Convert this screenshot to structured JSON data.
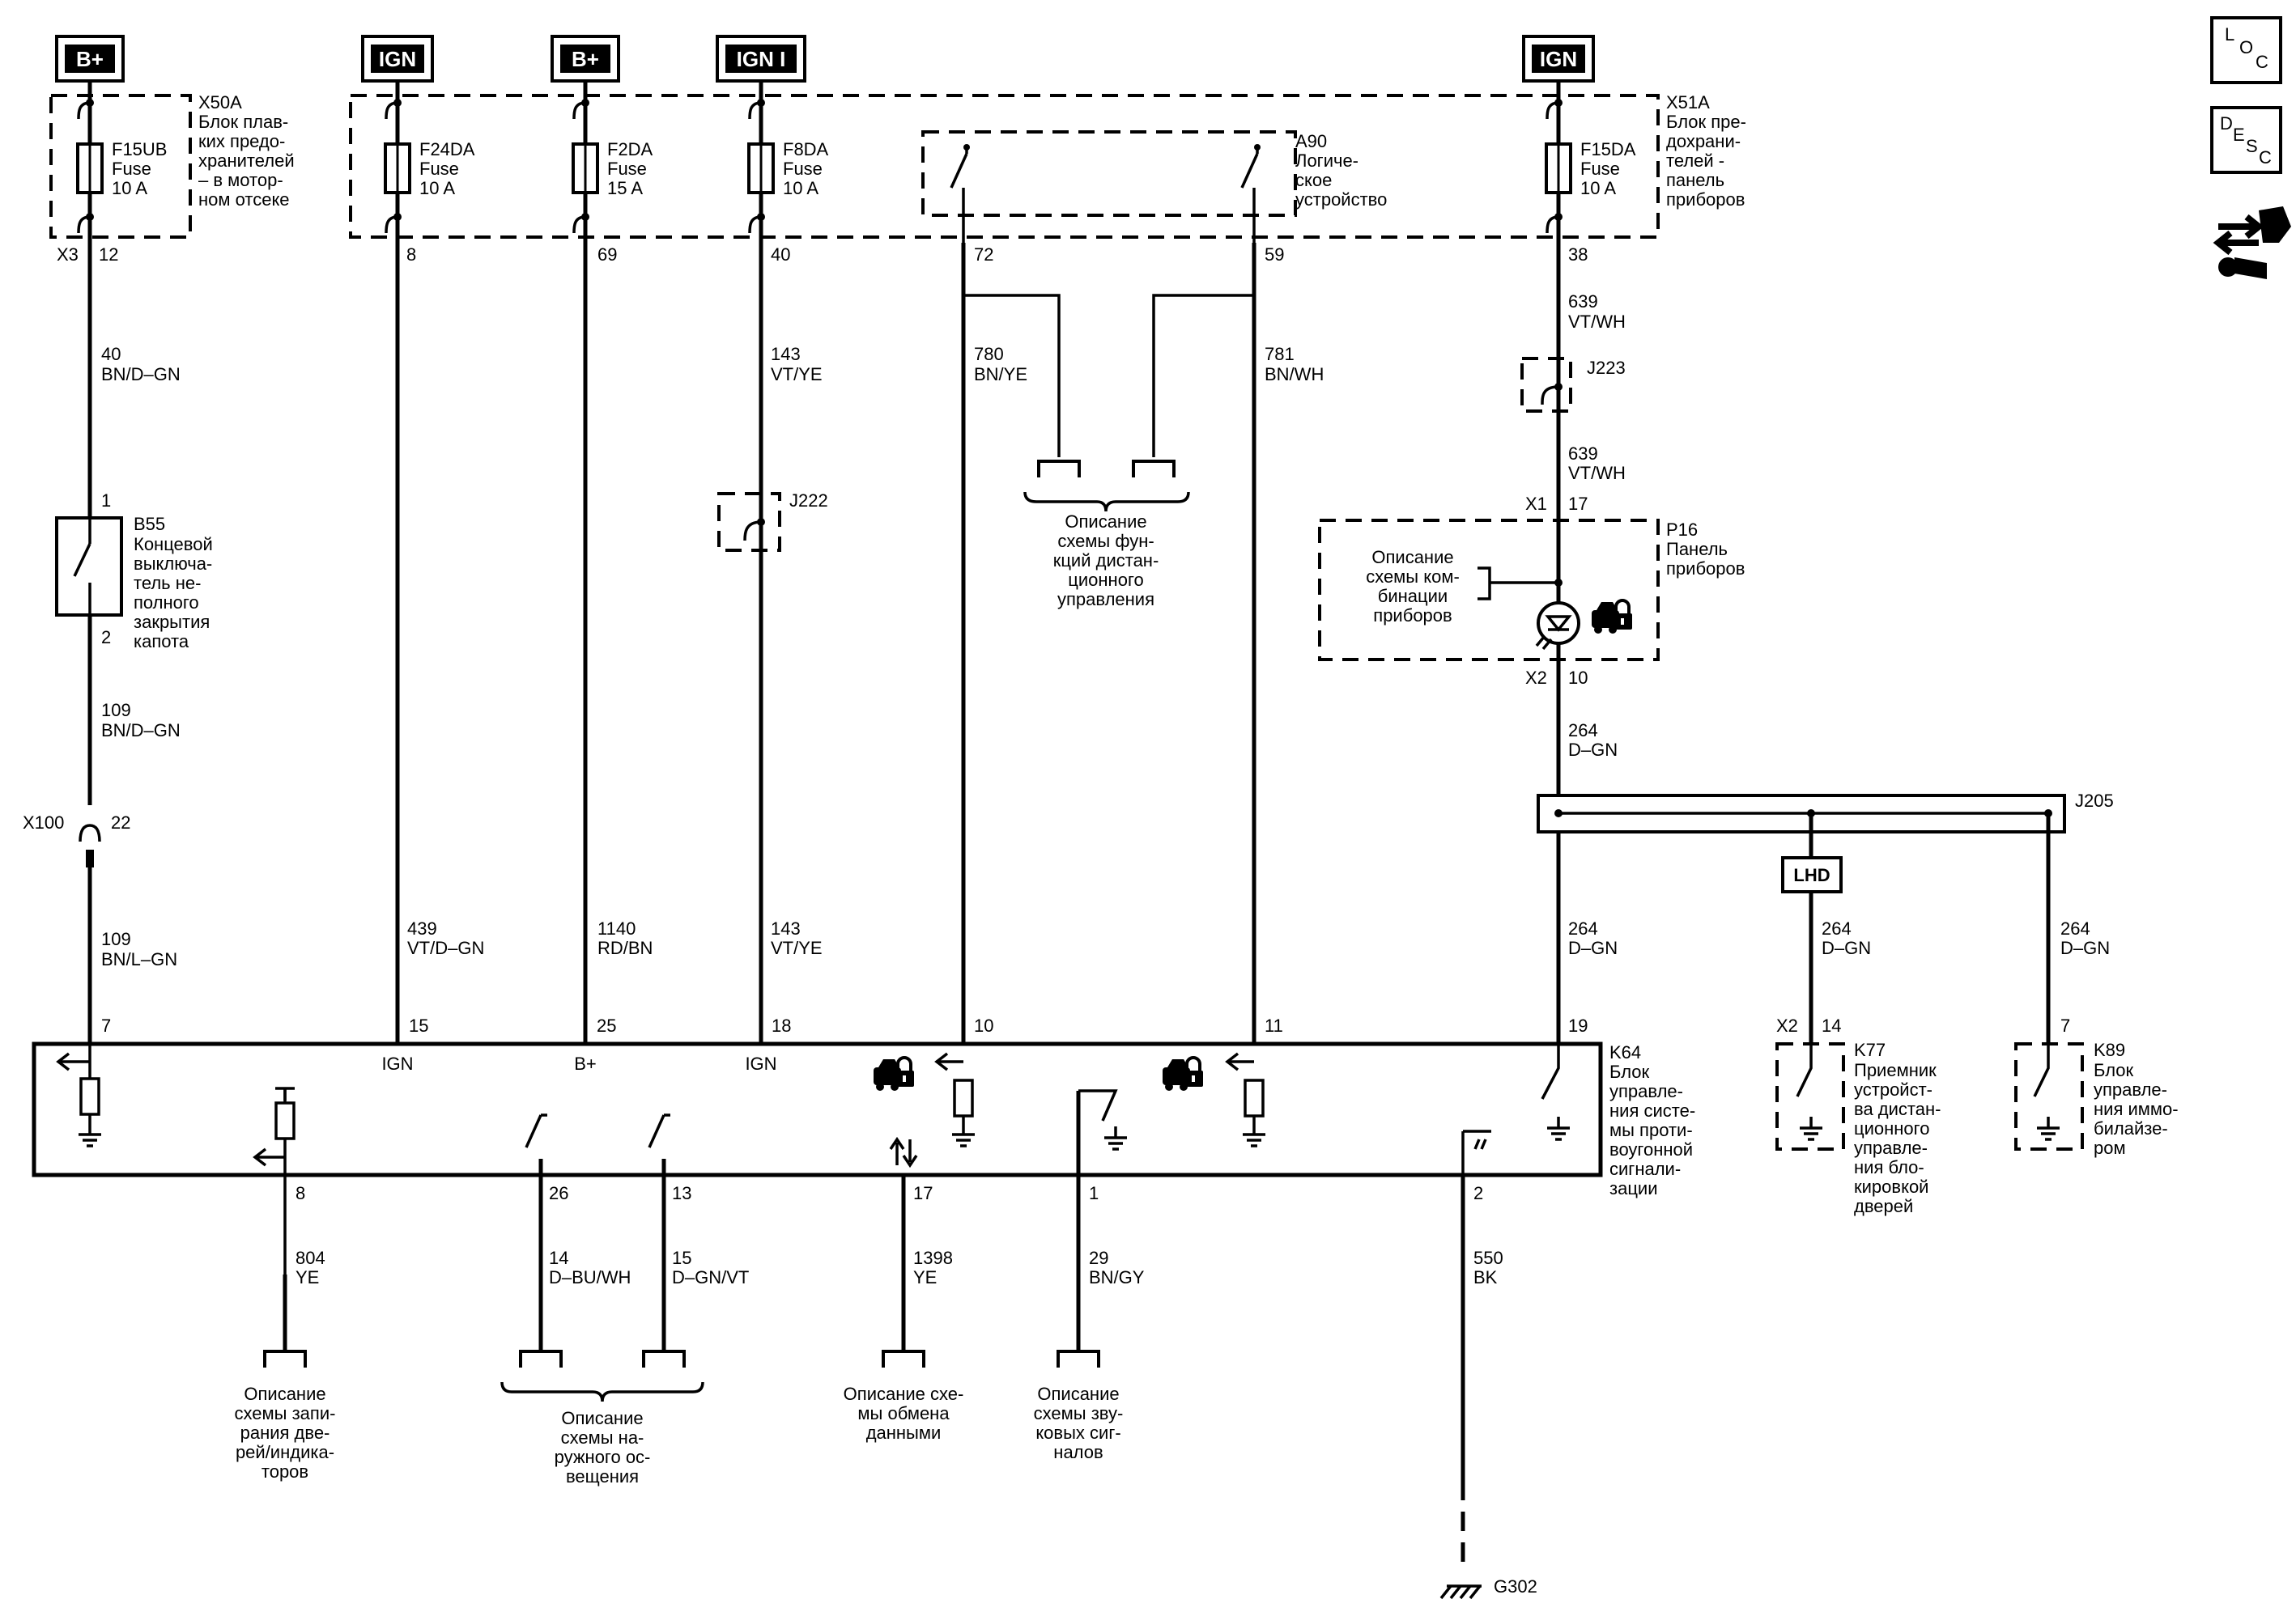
{
  "power_labels": {
    "bplus1": "B+",
    "ign1": "IGN",
    "bplus2": "B+",
    "ign_i": "IGN I",
    "ign2": "IGN"
  },
  "nav_icons": {
    "loc": [
      "L",
      "O",
      "C"
    ],
    "desc": [
      "D",
      "E",
      "S",
      "C"
    ],
    "repair": "wrench-icon"
  },
  "fuse_blocks": {
    "x50a": {
      "name": "X50A",
      "desc": [
        "Блок плав-",
        "ких предо-",
        "хранителей",
        "– в мотор-",
        "ном отсеке"
      ]
    },
    "x51a": {
      "name": "X51A",
      "desc": [
        "Блок пре-",
        "дохрани-",
        "телей -",
        "панель",
        "приборов"
      ]
    }
  },
  "fuses": {
    "f15ub": [
      "F15UB",
      "Fuse",
      "10 A"
    ],
    "f24da": [
      "F24DA",
      "Fuse",
      "10 A"
    ],
    "f2da": [
      "F2DA",
      "Fuse",
      "15 A"
    ],
    "f8da": [
      "F8DA",
      "Fuse",
      "10 A"
    ],
    "f15da": [
      "F15DA",
      "Fuse",
      "10 A"
    ]
  },
  "a90": {
    "name": "A90",
    "desc": [
      "Логиче-",
      "ское",
      "устройство"
    ]
  },
  "pins": {
    "x3": "X3",
    "p12": "12",
    "p8a": "8",
    "p69": "69",
    "p40": "40",
    "p72": "72",
    "p59": "59",
    "p38": "38",
    "b55_1": "1",
    "b55_2": "2",
    "x100": "X100",
    "p22": "22",
    "x1": "X1",
    "p17a": "17",
    "x2a": "X2",
    "p10a": "10",
    "k7": "7",
    "k15": "15",
    "k25": "25",
    "k18": "18",
    "k10": "10",
    "k11": "11",
    "k19": "19",
    "x2b": "X2",
    "k77_14": "14",
    "k89_7": "7",
    "b8": "8",
    "b26": "26",
    "b13": "13",
    "b17": "17",
    "b1": "1",
    "b2": "2"
  },
  "wires": {
    "w40": [
      "40",
      "BN/D–GN"
    ],
    "w109a": [
      "109",
      "BN/D–GN"
    ],
    "w109b": [
      "109",
      "BN/L–GN"
    ],
    "w439": [
      "439",
      "VT/D–GN"
    ],
    "w1140": [
      "1140",
      "RD/BN"
    ],
    "w143a": [
      "143",
      "VT/YE"
    ],
    "w143b": [
      "143",
      "VT/YE"
    ],
    "w780": [
      "780",
      "BN/YE"
    ],
    "w781": [
      "781",
      "BN/WH"
    ],
    "w639a": [
      "639",
      "VT/WH"
    ],
    "w639b": [
      "639",
      "VT/WH"
    ],
    "w264a": [
      "264",
      "D–GN"
    ],
    "w264b": [
      "264",
      "D–GN"
    ],
    "w264c": [
      "264",
      "D–GN"
    ],
    "w264d": [
      "264",
      "D–GN"
    ],
    "w804": [
      "804",
      "YE"
    ],
    "w14": [
      "14",
      "D–BU/WH"
    ],
    "w15": [
      "15",
      "D–GN/VT"
    ],
    "w1398": [
      "1398",
      "YE"
    ],
    "w29": [
      "29",
      "BN/GY"
    ],
    "w550": [
      "550",
      "BK"
    ]
  },
  "splices": {
    "j222": "J222",
    "j223": "J223",
    "j205": "J205",
    "lhd": "LHD"
  },
  "b55": {
    "name": "B55",
    "desc": [
      "Концевой",
      "выключа-",
      "тель не-",
      "полного",
      "закрытия",
      "капота"
    ]
  },
  "p16": {
    "name": "P16",
    "desc": [
      "Панель",
      "приборов"
    ],
    "ref": [
      "Описание",
      "схемы ком-",
      "бинации",
      "приборов"
    ]
  },
  "remote_ref": [
    "Описание",
    "схемы фун-",
    "кций дистан-",
    "ционного",
    "управления"
  ],
  "k64": {
    "name": "K64",
    "desc": [
      "Блок",
      "управле-",
      "ния систе-",
      "мы проти-",
      "воугонной",
      "сигнали-",
      "зации"
    ],
    "ign1": "IGN",
    "bplus": "B+",
    "ign2": "IGN"
  },
  "k77": {
    "name": "K77",
    "desc": [
      "Приемник",
      "устройст-",
      "ва дистан-",
      "ционного",
      "управле-",
      "ния бло-",
      "кировкой",
      "дверей"
    ]
  },
  "k89": {
    "name": "K89",
    "desc": [
      "Блок",
      "управле-",
      "ния иммо-",
      "билайзе-",
      "ром"
    ]
  },
  "bottom_refs": {
    "door_lock": [
      "Описание",
      "схемы запи-",
      "рания две-",
      "рей/индика-",
      "торов"
    ],
    "exterior": [
      "Описание",
      "схемы на-",
      "ружного ос-",
      "вещения"
    ],
    "data": [
      "Описание схе-",
      "мы обмена",
      "данными"
    ],
    "sound": [
      "Описание",
      "схемы зву-",
      "ковых сиг-",
      "налов"
    ]
  },
  "ground": "G302"
}
